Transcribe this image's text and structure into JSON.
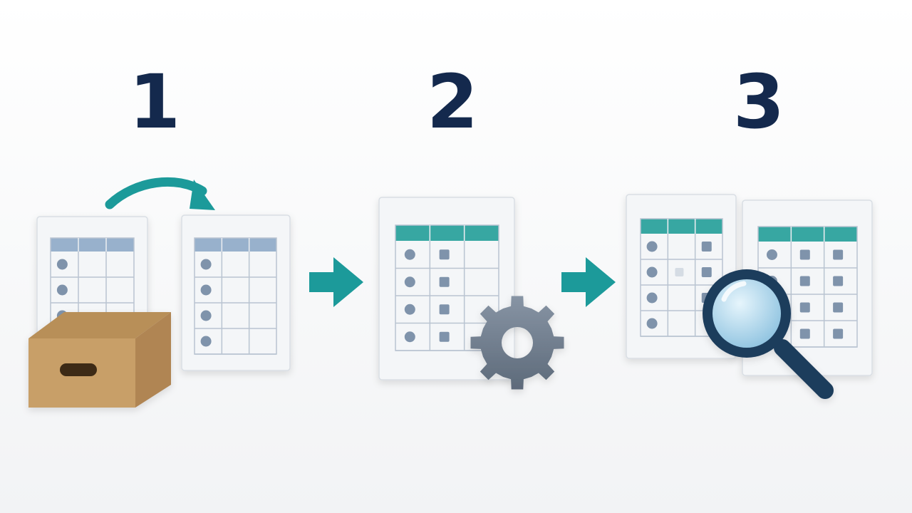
{
  "steps": [
    {
      "number": "1",
      "icon": "box-icon",
      "icon2": "transfer-arrow-icon"
    },
    {
      "number": "2",
      "icon": "gear-icon"
    },
    {
      "number": "3",
      "icon": "magnifier-icon"
    }
  ],
  "colors": {
    "number": "#14294d",
    "teal": "#1c9a9a",
    "header_blue": "#98b1cc",
    "header_teal": "#37a7a2",
    "dot": "#7f93ab",
    "grid_line": "#b9c4d1",
    "doc_bg": "#f4f6f8",
    "box": "#c89f67",
    "gear": "#6a7788",
    "lens": "#a9d3ea",
    "handle": "#1f3c5c"
  }
}
